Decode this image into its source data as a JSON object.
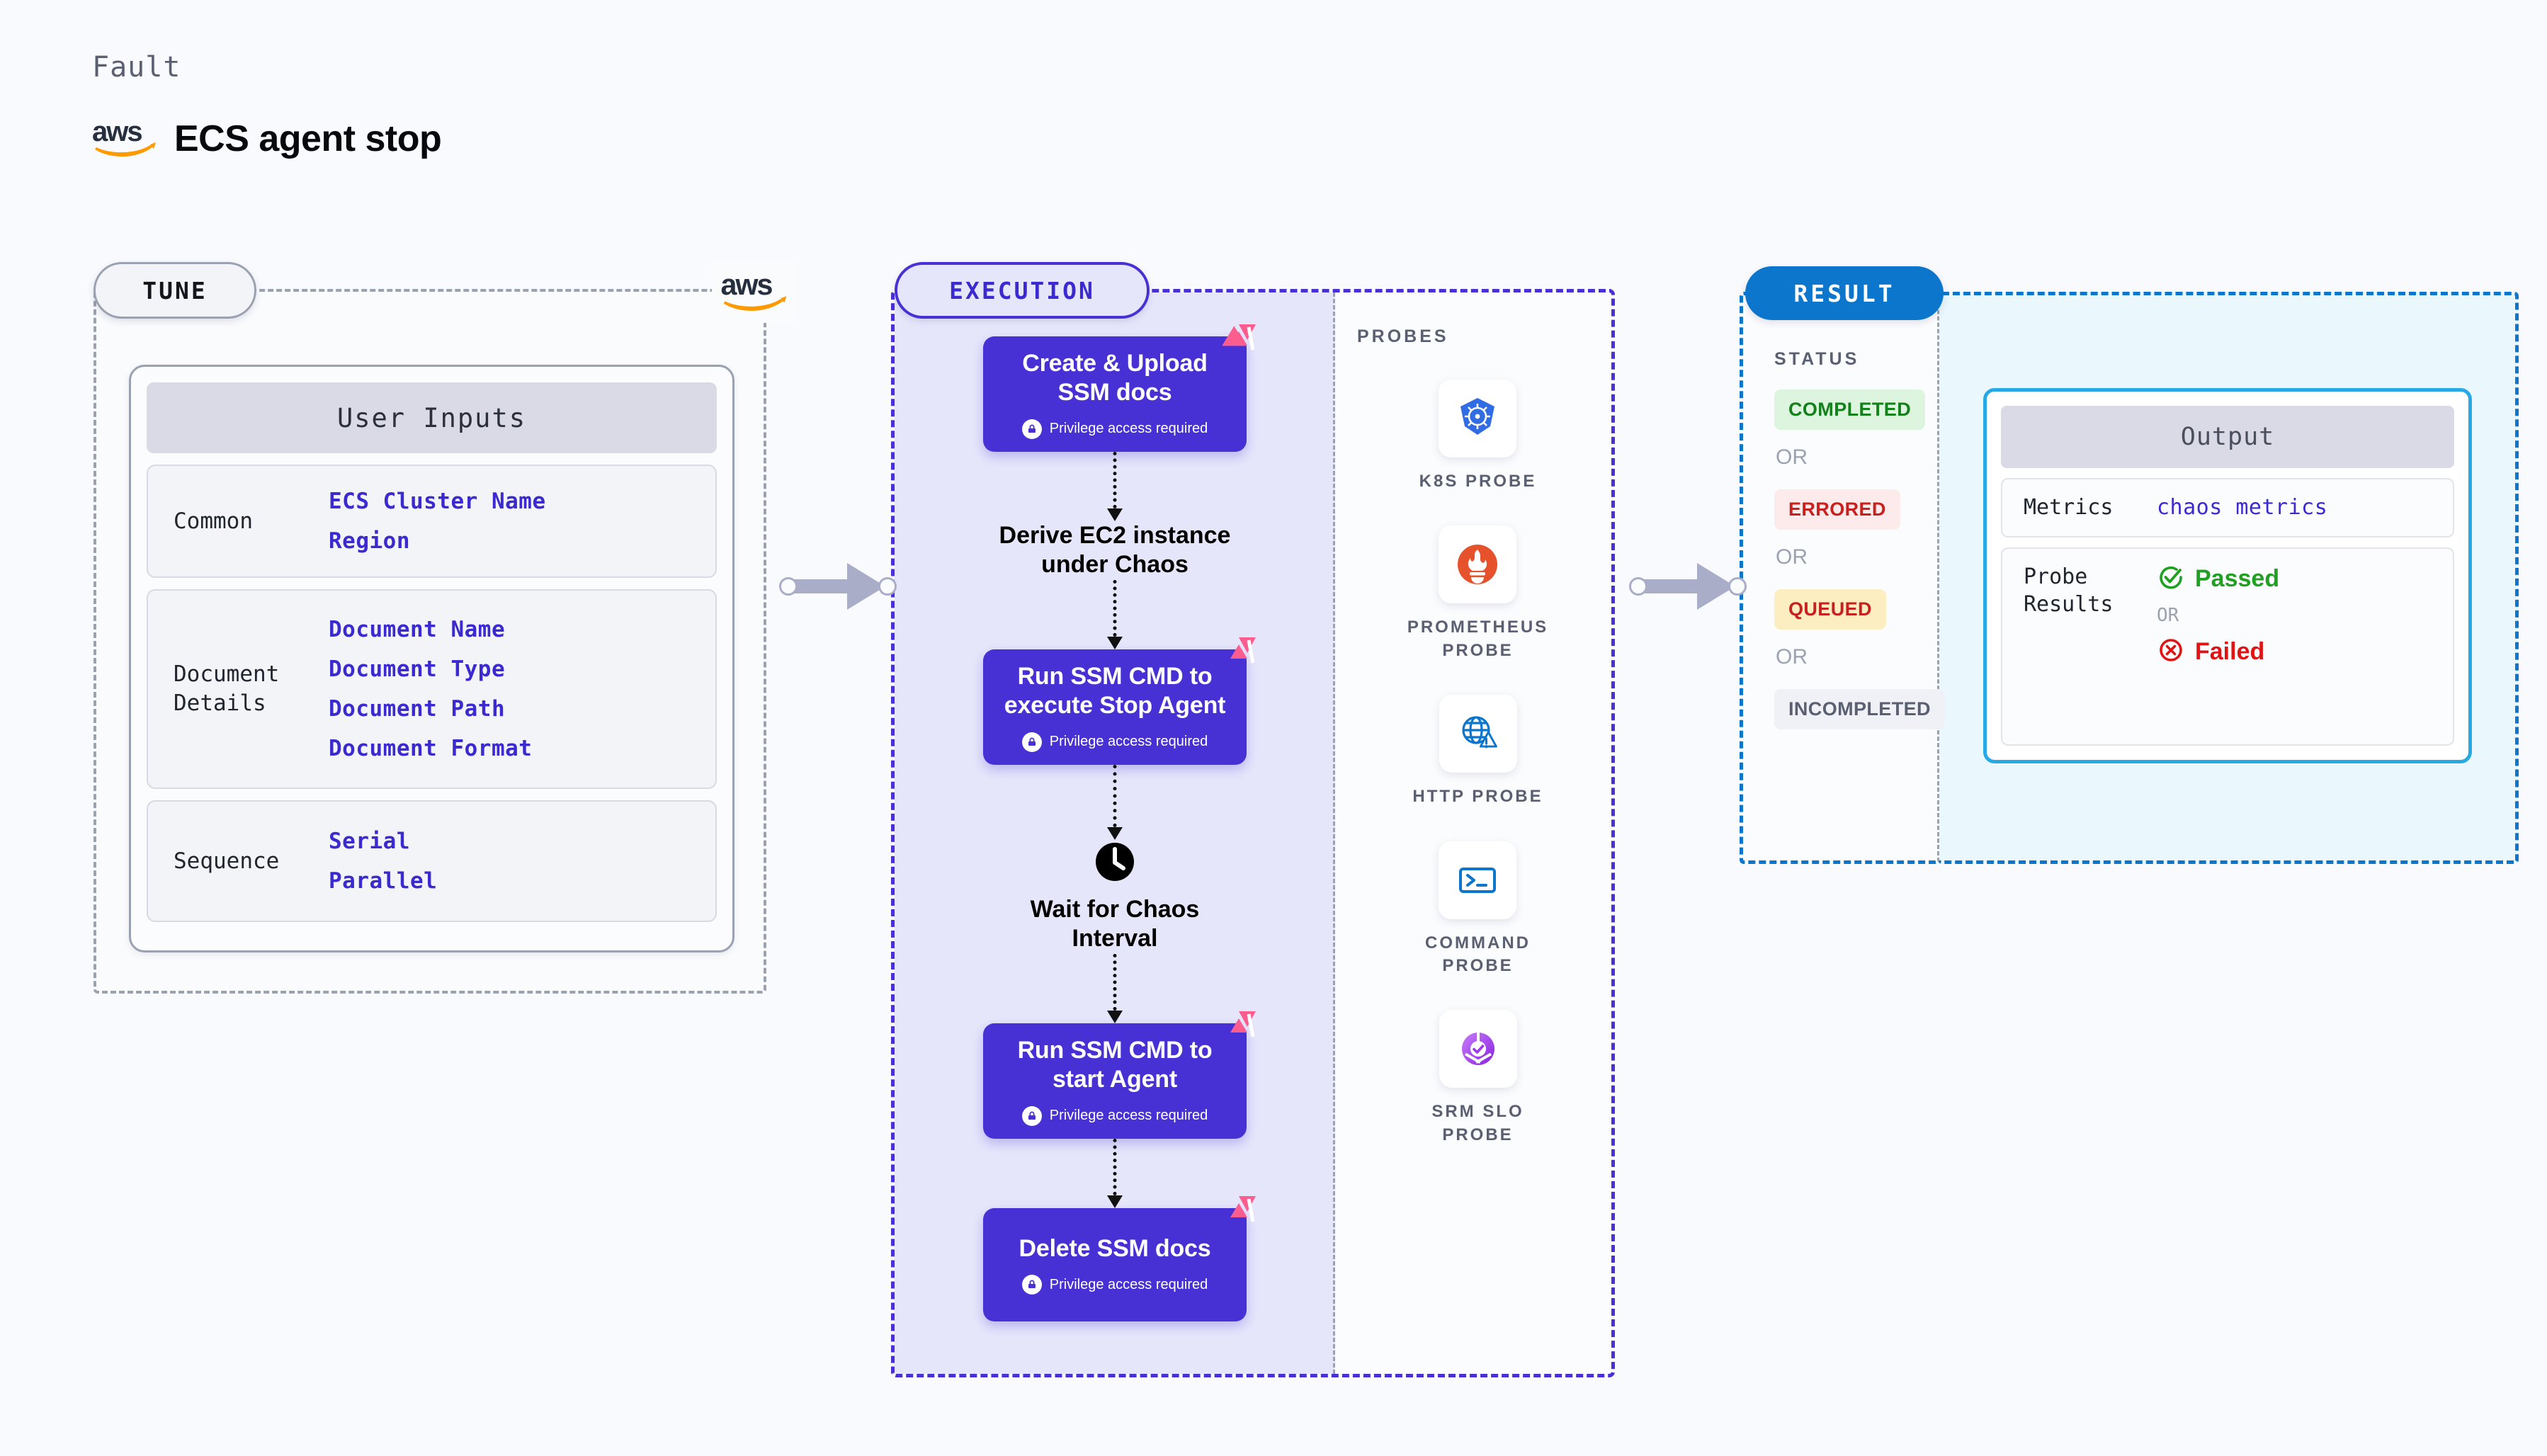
{
  "header": {
    "kicker": "Fault",
    "title": "ECS agent stop",
    "logo_icon": "aws-logo"
  },
  "tune": {
    "pill_label": "TUNE",
    "aws_icon": "aws-logo",
    "card_title": "User Inputs",
    "rows": [
      {
        "label": "Common",
        "values": [
          "ECS Cluster Name",
          "Region"
        ]
      },
      {
        "label": "Document\nDetails",
        "values": [
          "Document Name",
          "Document Type",
          "Document Path",
          "Document Format"
        ]
      },
      {
        "label": "Sequence",
        "values": [
          "Serial",
          "Parallel"
        ]
      }
    ]
  },
  "execution": {
    "pill_label": "EXECUTION",
    "privilege_note": "Privilege access required",
    "steps": [
      {
        "type": "task",
        "title": "Create & Upload SSM docs",
        "privileged": true,
        "badge_icon": "litmus-logo-icon"
      },
      {
        "type": "plain",
        "title": "Derive EC2 instance under Chaos",
        "icon": null
      },
      {
        "type": "task",
        "title": "Run SSM CMD to execute Stop Agent",
        "privileged": true,
        "badge_icon": "litmus-logo-icon"
      },
      {
        "type": "plain",
        "title": "Wait for Chaos Interval",
        "icon": "clock-icon"
      },
      {
        "type": "task",
        "title": "Run SSM CMD to start Agent",
        "privileged": true,
        "badge_icon": "litmus-logo-icon"
      },
      {
        "type": "task",
        "title": "Delete SSM docs",
        "privileged": true,
        "badge_icon": "litmus-logo-icon"
      }
    ]
  },
  "probes": {
    "heading": "PROBES",
    "items": [
      {
        "label": "K8S PROBE",
        "icon": "kubernetes-icon"
      },
      {
        "label": "PROMETHEUS PROBE",
        "icon": "prometheus-icon"
      },
      {
        "label": "HTTP PROBE",
        "icon": "http-globe-icon"
      },
      {
        "label": "COMMAND PROBE",
        "icon": "terminal-icon"
      },
      {
        "label": "SRM SLO PROBE",
        "icon": "srm-slo-icon"
      }
    ]
  },
  "result": {
    "pill_label": "RESULT",
    "status_heading": "STATUS",
    "or_label": "OR",
    "statuses": [
      {
        "label": "COMPLETED",
        "bg": "#ddf5de",
        "fg": "#128119"
      },
      {
        "label": "ERRORED",
        "bg": "#fdeaea",
        "fg": "#c81f1f"
      },
      {
        "label": "QUEUED",
        "bg": "#fdeec2",
        "fg": "#c81f1f"
      },
      {
        "label": "INCOMPLETED",
        "bg": "#f0f1f6",
        "fg": "#5a6072"
      }
    ],
    "output": {
      "title": "Output",
      "metrics_label": "Metrics",
      "metrics_value": "chaos metrics",
      "probe_results_label": "Probe\nResults",
      "passed_label": "Passed",
      "failed_label": "Failed",
      "or_label": "OR",
      "passed_icon": "check-circle-icon",
      "failed_icon": "x-circle-icon",
      "passed_color": "#20a020",
      "failed_color": "#e01414"
    }
  },
  "colors": {
    "background": "#f9fafd",
    "node_purple": "#4731d4",
    "exec_fill": "#e6e6fb",
    "result_blue": "#0c76cd",
    "output_fill": "#eaf7fd",
    "litmus_pink": "#fb5d8f"
  }
}
